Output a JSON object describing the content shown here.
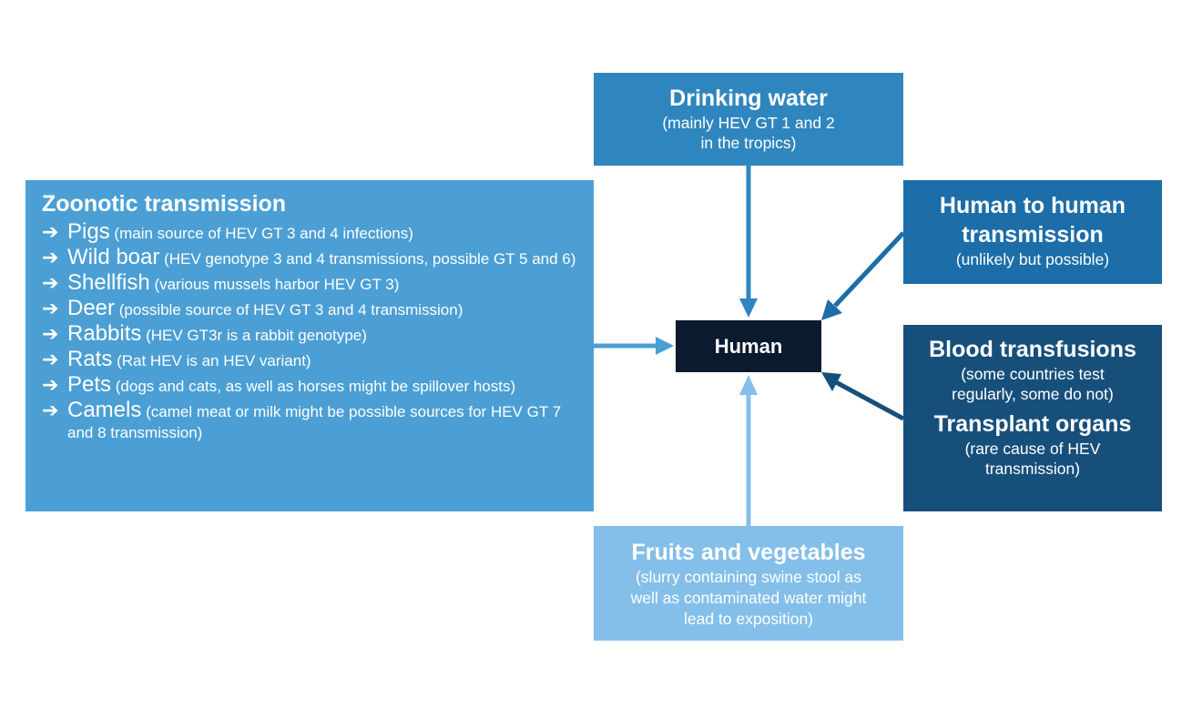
{
  "zoonotic": {
    "title": "Zoonotic transmission",
    "items": [
      {
        "name": "Pigs",
        "desc": " (main source of HEV GT 3 and 4 infections)"
      },
      {
        "name": "Wild boar",
        "desc": " (HEV genotype 3 and 4 transmissions, possible GT 5 and 6)"
      },
      {
        "name": "Shellfish",
        "desc": " (various mussels harbor HEV GT 3)"
      },
      {
        "name": "Deer",
        "desc": " (possible source of HEV GT 3 and 4 transmission)"
      },
      {
        "name": "Rabbits",
        "desc": " (HEV GT3r is a rabbit genotype)"
      },
      {
        "name": "Rats",
        "desc": " (Rat HEV is an HEV variant)"
      },
      {
        "name": "Pets",
        "desc": " (dogs and cats, as well as horses might be spillover hosts)"
      },
      {
        "name": "Camels",
        "desc": " (camel meat or milk might be possible sources for HEV GT 7 and 8 transmission)"
      }
    ]
  },
  "drinking_water": {
    "title": "Drinking water",
    "line1": "(mainly HEV GT 1 and 2",
    "line2": "in the tropics)"
  },
  "human_to_human": {
    "title_line1": "Human to human",
    "title_line2": "transmission",
    "note": "(unlikely but possible)"
  },
  "blood": {
    "title": "Blood transfusions",
    "line1": "(some countries test",
    "line2": "regularly, some do not)"
  },
  "transplant": {
    "title": "Transplant organs",
    "line1": "(rare cause of HEV",
    "line2": "transmission)"
  },
  "fruits": {
    "title": "Fruits and vegetables",
    "line1": "(slurry containing swine stool as",
    "line2": "well as contaminated water might",
    "line3": "lead to exposition)"
  },
  "human": {
    "label": "Human"
  },
  "colors": {
    "zoonotic": "#4b9fd4",
    "drinking_water": "#2f86be",
    "human_to_human": "#1c6da8",
    "blood_transplant": "#174f7b",
    "fruits": "#84bfe9",
    "human": "#0b1a2e"
  },
  "icons": {
    "item_bullet": "right-arrow-icon"
  }
}
